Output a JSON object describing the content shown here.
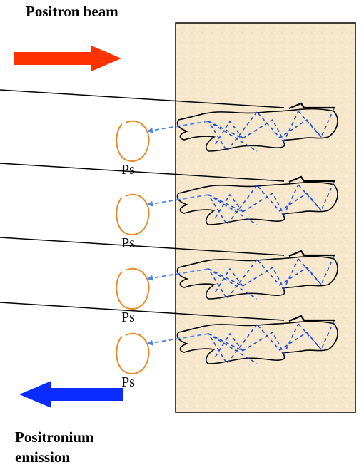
{
  "labels": {
    "beam": "Positron beam",
    "emission_line1": "Positronium",
    "emission_line2": "emission",
    "ps": "Ps"
  },
  "colors": {
    "beam_arrow": "#ff3300",
    "emission_arrow": "#0a2cff",
    "sample_fill": "#f6e7cd",
    "ps_ring": "#e88a28",
    "scatter_path": "#1f4fe0",
    "emission_arrow_small": "#4c83ef",
    "incoming_track": "#000000"
  },
  "diagram": {
    "positronium_count": 4
  }
}
